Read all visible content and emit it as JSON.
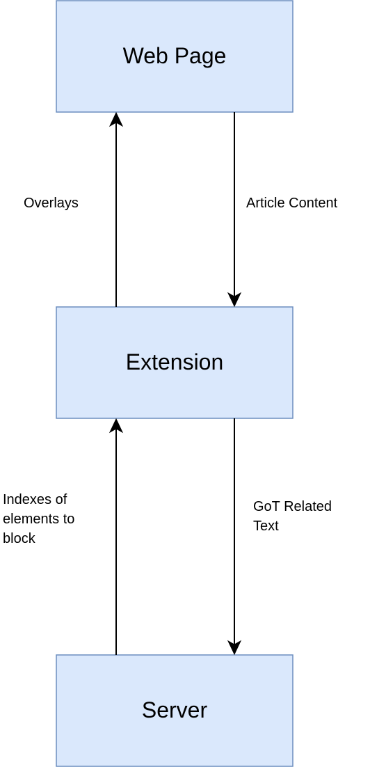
{
  "nodes": {
    "web_page": "Web Page",
    "extension": "Extension",
    "server": "Server"
  },
  "edges": {
    "overlays": "Overlays",
    "article_content": "Article Content",
    "indexes": "Indexes of\nelements to\nblock",
    "got_related": "GoT Related\nText"
  },
  "colors": {
    "node_fill": "#dae8fc",
    "node_stroke": "#6c8ebf",
    "edge": "#000000"
  }
}
